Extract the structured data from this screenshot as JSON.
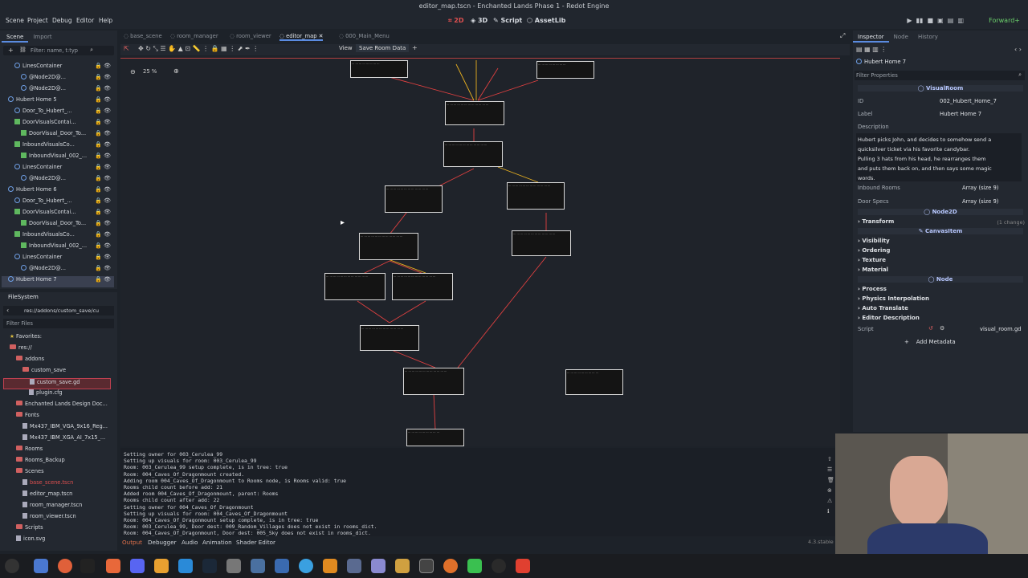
{
  "window": {
    "title": "editor_map.tscn - Enchanted Lands Phase 1 - Redot Engine",
    "menu": [
      "Scene",
      "Project",
      "Debug",
      "Editor",
      "Help"
    ],
    "modes": [
      "2D",
      "3D",
      "Script",
      "AssetLib"
    ],
    "renderer": "Forward+"
  },
  "left_dock": {
    "tabs": [
      "Scene",
      "Import"
    ],
    "filter_placeholder": "Filter: name, t:typ",
    "tree": [
      {
        "label": "LinesContainer",
        "indent": 2,
        "kind": "dot"
      },
      {
        "label": "@Node2D@...",
        "indent": 3,
        "kind": "dot"
      },
      {
        "label": "@Node2D@...",
        "indent": 3,
        "kind": "dot"
      },
      {
        "label": "Hubert Home 5",
        "indent": 1,
        "kind": "dot"
      },
      {
        "label": "Door_To_Hubert_...",
        "indent": 2,
        "kind": "dot"
      },
      {
        "label": "DoorVisualsContai...",
        "indent": 2,
        "kind": "sq"
      },
      {
        "label": "DoorVisual_Door_To...",
        "indent": 3,
        "kind": "sq"
      },
      {
        "label": "InboundVisualsCo...",
        "indent": 2,
        "kind": "sq"
      },
      {
        "label": "InboundVisual_002_...",
        "indent": 3,
        "kind": "sq"
      },
      {
        "label": "LinesContainer",
        "indent": 2,
        "kind": "dot"
      },
      {
        "label": "@Node2D@...",
        "indent": 3,
        "kind": "dot"
      },
      {
        "label": "Hubert Home 6",
        "indent": 1,
        "kind": "dot"
      },
      {
        "label": "Door_To_Hubert_...",
        "indent": 2,
        "kind": "dot"
      },
      {
        "label": "DoorVisualsContai...",
        "indent": 2,
        "kind": "sq"
      },
      {
        "label": "DoorVisual_Door_To...",
        "indent": 3,
        "kind": "sq"
      },
      {
        "label": "InboundVisualsCo...",
        "indent": 2,
        "kind": "sq"
      },
      {
        "label": "InboundVisual_002_...",
        "indent": 3,
        "kind": "sq"
      },
      {
        "label": "LinesContainer",
        "indent": 2,
        "kind": "dot"
      },
      {
        "label": "@Node2D@...",
        "indent": 3,
        "kind": "dot"
      },
      {
        "label": "Hubert Home 7",
        "indent": 1,
        "kind": "dot",
        "selected": true
      }
    ]
  },
  "filesystem": {
    "title": "FileSystem",
    "path": "res://addons/custom_save/cu",
    "filter_placeholder": "Filter Files",
    "items": [
      {
        "label": "Favorites:",
        "indent": 0,
        "kind": "star"
      },
      {
        "label": "res://",
        "indent": 0,
        "kind": "folder"
      },
      {
        "label": "addons",
        "indent": 1,
        "kind": "folder"
      },
      {
        "label": "custom_save",
        "indent": 2,
        "kind": "folder"
      },
      {
        "label": "custom_save.gd",
        "indent": 3,
        "kind": "file",
        "selected": true
      },
      {
        "label": "plugin.cfg",
        "indent": 3,
        "kind": "file"
      },
      {
        "label": "Enchanted Lands Design Doc...",
        "indent": 1,
        "kind": "folder"
      },
      {
        "label": "Fonts",
        "indent": 1,
        "kind": "folder"
      },
      {
        "label": "Mx437_IBM_VGA_9x16_Reg...",
        "indent": 2,
        "kind": "file"
      },
      {
        "label": "Mx437_IBM_XGA_AI_7x15_...",
        "indent": 2,
        "kind": "file"
      },
      {
        "label": "Rooms",
        "indent": 1,
        "kind": "folder"
      },
      {
        "label": "Rooms_Backup",
        "indent": 1,
        "kind": "folder"
      },
      {
        "label": "Scenes",
        "indent": 1,
        "kind": "folder"
      },
      {
        "label": "base_scene.tscn",
        "indent": 2,
        "kind": "file",
        "red": true
      },
      {
        "label": "editor_map.tscn",
        "indent": 2,
        "kind": "file"
      },
      {
        "label": "room_manager.tscn",
        "indent": 2,
        "kind": "file"
      },
      {
        "label": "room_viewer.tscn",
        "indent": 2,
        "kind": "file"
      },
      {
        "label": "Scripts",
        "indent": 1,
        "kind": "folder"
      },
      {
        "label": "icon.svg",
        "indent": 1,
        "kind": "file"
      }
    ]
  },
  "editor_tabs": [
    "base_scene",
    "room_manager",
    "room_viewer",
    "editor_map",
    "000_Main_Menu"
  ],
  "active_tab": "editor_map",
  "toolbar": {
    "view": "View",
    "save_room_data": "Save Room Data"
  },
  "zoom": "25 %",
  "console_lines": [
    "Setting owner for 003_Cerulea_99",
    "Setting up visuals for room: 003_Cerulea_99",
    "Room: 003_Cerulea_99 setup complete, is in tree: true",
    "Room: 004_Caves_Of_Dragonmount created.",
    "Adding room 004_Caves_Of_Dragonmount to Rooms node, is Rooms valid: true",
    "Rooms child count before add: 21",
    "Added room 004_Caves_Of_Dragonmount, parent: Rooms",
    "Rooms child count after add: 22",
    "Setting owner for 004_Caves_Of_Dragonmount",
    "Setting up visuals for room: 004_Caves_Of_Dragonmount",
    "Room: 004_Caves_Of_Dragonmount setup complete, is in tree: true",
    "Room: 003_Cerulea_99, Door dest: 009_Random_Villages does not exist in rooms_dict.",
    "Room: 004_Caves_Of_Dragonmount, Door dest: 005_Sky does not exist in rooms_dict."
  ],
  "bottom_tabs": [
    "Output",
    "Debugger",
    "Audio",
    "Animation",
    "Shader Editor"
  ],
  "version": "4.3.stable",
  "inspector": {
    "tabs": [
      "Inspector",
      "Node",
      "History"
    ],
    "object": "Hubert Home 7",
    "filter_placeholder": "Filter Properties",
    "class_visual_room": "VisualRoom",
    "id_label": "ID",
    "id_value": "002_Hubert_Home_7",
    "label_label": "Label",
    "label_value": "Hubert Home 7",
    "description_label": "Description",
    "description_lines": [
      "Hubert picks John, and decides to somehow send a",
      "quicksilver ticket via his favorite candybar.",
      "Pulling 3 hats from his head, he rearranges them",
      "and puts them back on, and then says some magic",
      "words."
    ],
    "inbound_label": "Inbound Rooms",
    "inbound_value": "Array (size 9)",
    "doorspecs_label": "Door Specs",
    "doorspecs_value": "Array (size 9)",
    "class_node2d": "Node2D",
    "transform": "Transform",
    "transform_note": "(1 change)",
    "class_canvasitem": "CanvasItem",
    "canvas_sections": [
      "Visibility",
      "Ordering",
      "Texture",
      "Material"
    ],
    "class_node": "Node",
    "node_sections": [
      "Process",
      "Physics Interpolation",
      "Auto Translate",
      "Editor Description"
    ],
    "script_label": "Script",
    "script_value": "visual_room.gd",
    "add_metadata": "Add Metadata"
  },
  "colors": {
    "accent": "#5a8be0",
    "line_red": "#e04040",
    "line_yellow": "#e8b020"
  }
}
